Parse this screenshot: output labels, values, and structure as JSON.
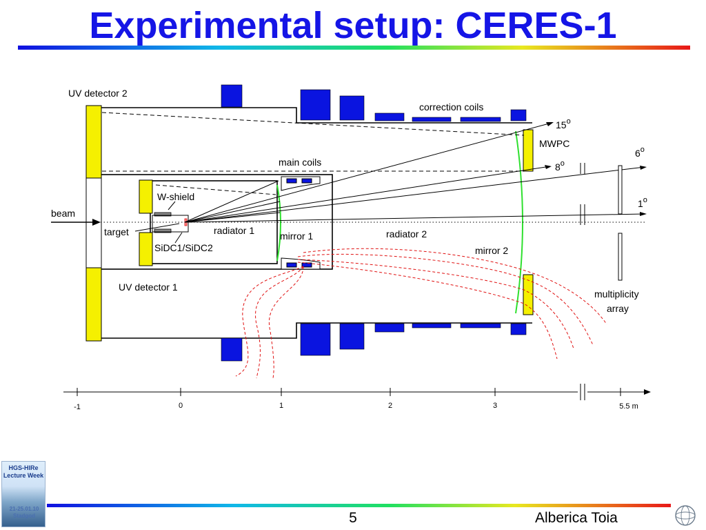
{
  "slide": {
    "title": "Experimental setup: CERES-1",
    "page_number": "5",
    "author": "Alberica Toia"
  },
  "badge": {
    "title": "HGS-HIRe Lecture Week",
    "date": "21-25.01.10 Stadgod"
  },
  "colors": {
    "title": "#1515e6",
    "detector_yellow": "#f5f000",
    "coil_blue": "#0a14e0",
    "mirror_green": "#2ee02e",
    "field_lines_red": "#e01010"
  },
  "diagram": {
    "labels": {
      "uv_detector_2": "UV detector 2",
      "uv_detector_1": "UV detector 1",
      "correction_coils": "correction coils",
      "main_coils": "main coils",
      "w_shield": "W-shield",
      "beam": "beam",
      "target": "target",
      "sidc": "SiDC1/SiDC2",
      "radiator_1": "radiator 1",
      "radiator_2": "radiator 2",
      "mirror_1": "mirror 1",
      "mirror_2": "mirror 2",
      "mwpc": "MWPC",
      "multiplicity_array_1": "multiplicity",
      "multiplicity_array_2": "array",
      "angle_15": "15",
      "angle_8": "8",
      "angle_6": "6",
      "angle_1": "1",
      "degree_sign": "o"
    },
    "axis": {
      "ticks": [
        "-1",
        "0",
        "1",
        "2",
        "3",
        "5.5 m"
      ]
    }
  }
}
